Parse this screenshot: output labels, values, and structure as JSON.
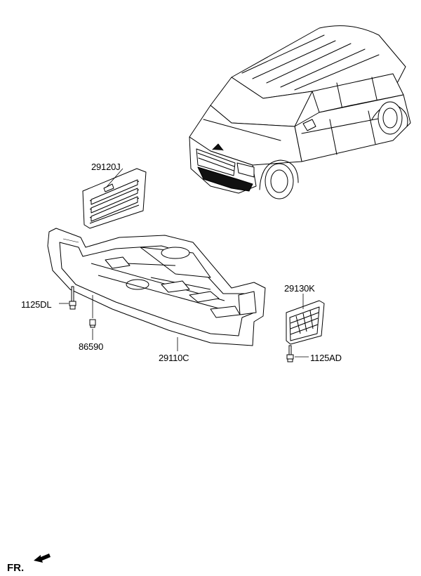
{
  "labels": {
    "grille_left": "29120J",
    "grille_right": "29130K",
    "bolt_left": "1125DL",
    "bolt_right": "1125AD",
    "nut": "86590",
    "under_cover": "29110C"
  },
  "direction": "FR.",
  "colors": {
    "line": "#000000",
    "background": "#ffffff",
    "fill": "#ffffff",
    "part_dark": "#111111"
  }
}
